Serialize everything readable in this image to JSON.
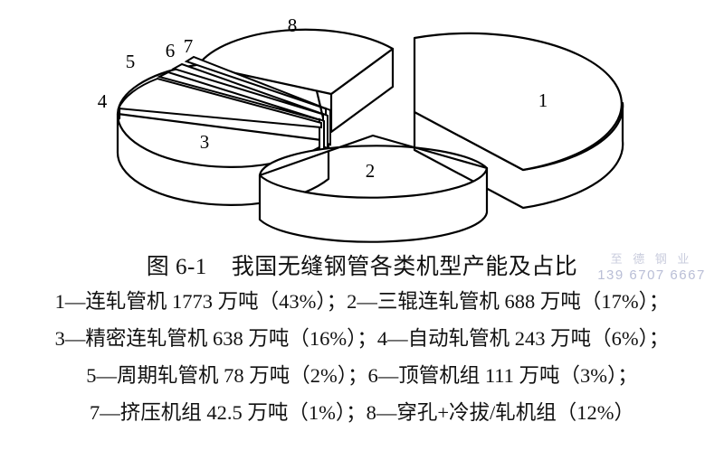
{
  "figure": {
    "title": "图 6-1    我国无缝钢管各类机型产能及占比",
    "legend_lines": [
      "1—连轧管机 1773 万吨（43%）；2—三辊连轧管机 688 万吨（17%）；",
      "3—精密连轧管机 638 万吨（16%）；4—自动轧管机 243 万吨（6%）；",
      "5—周期轧管机 78 万吨（2%）；6—顶管机组 111 万吨（3%）；",
      "7—挤压机组 42.5 万吨（1%）；8—穿孔+冷拔/轧机组（12%）"
    ]
  },
  "watermark": {
    "brand": "至 德 钢 业",
    "phone": "139 6707 6667",
    "color": "#c9ccdd"
  },
  "slice_labels": {
    "s1": "1",
    "s2": "2",
    "s3": "3",
    "s4": "4",
    "s5": "5",
    "s6": "6",
    "s7": "7",
    "s8": "8"
  },
  "chart_data": {
    "type": "pie",
    "title": "图 6-1    我国无缝钢管各类机型产能及占比",
    "style": "3d-exploded-pie",
    "unit": "万吨",
    "labels": [
      "1",
      "2",
      "3",
      "4",
      "5",
      "6",
      "7",
      "8"
    ],
    "categories": [
      "连轧管机",
      "三辊连轧管机",
      "精密连轧管机",
      "自动轧管机",
      "周期轧管机",
      "顶管机组",
      "挤压机组",
      "穿孔+冷拔/轧机组"
    ],
    "values": [
      1773,
      688,
      638,
      243,
      78,
      111,
      42.5,
      null
    ],
    "percentages": [
      43,
      17,
      16,
      6,
      2,
      3,
      1,
      12
    ],
    "colors": [
      "#ffffff",
      "#ffffff",
      "#ffffff",
      "#ffffff",
      "#ffffff",
      "#ffffff",
      "#ffffff",
      "#ffffff"
    ],
    "outline_color": "#000000",
    "legend": "numbered-callout-below",
    "exploded": [
      "1",
      "2"
    ],
    "xlabel": "",
    "ylabel": ""
  }
}
